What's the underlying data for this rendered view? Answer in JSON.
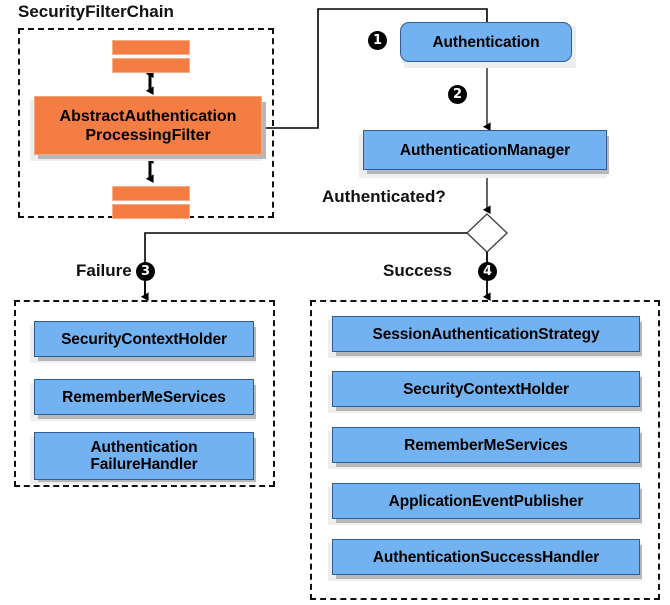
{
  "diagram": {
    "title": "SecurityFilterChain",
    "groups": {
      "filter_chain": {
        "label": "SecurityFilterChain"
      },
      "failure": {
        "label": "Failure",
        "badge": "3"
      },
      "success": {
        "label": "Success",
        "badge": "4"
      }
    },
    "decision": {
      "question": "Authenticated?"
    },
    "steps": {
      "one": "1",
      "two": "2",
      "three": "3",
      "four": "4"
    },
    "nodes": {
      "filter": {
        "line1": "AbstractAuthentication",
        "line2": "ProcessingFilter"
      },
      "authentication": {
        "label": "Authentication"
      },
      "authentication_manager": {
        "label": "AuthenticationManager"
      }
    },
    "failure_nodes": [
      {
        "label": "SecurityContextHolder",
        "lines": 1
      },
      {
        "label": "RememberMeServices",
        "lines": 1
      },
      {
        "line1": "Authentication",
        "line2": "FailureHandler",
        "lines": 2
      }
    ],
    "success_nodes": [
      {
        "label": "SessionAuthenticationStrategy"
      },
      {
        "label": "SecurityContextHolder"
      },
      {
        "label": "RememberMeServices"
      },
      {
        "label": "ApplicationEventPublisher"
      },
      {
        "label": "AuthenticationSuccessHandler"
      }
    ],
    "colors": {
      "orange_fill": "#f47d43",
      "orange_border": "#f6a77e",
      "blue_fill": "#73b2f0",
      "blue_border": "#2f5c94",
      "shadow": "#b3b3b3",
      "line": "#555555",
      "text": "#111111"
    }
  }
}
